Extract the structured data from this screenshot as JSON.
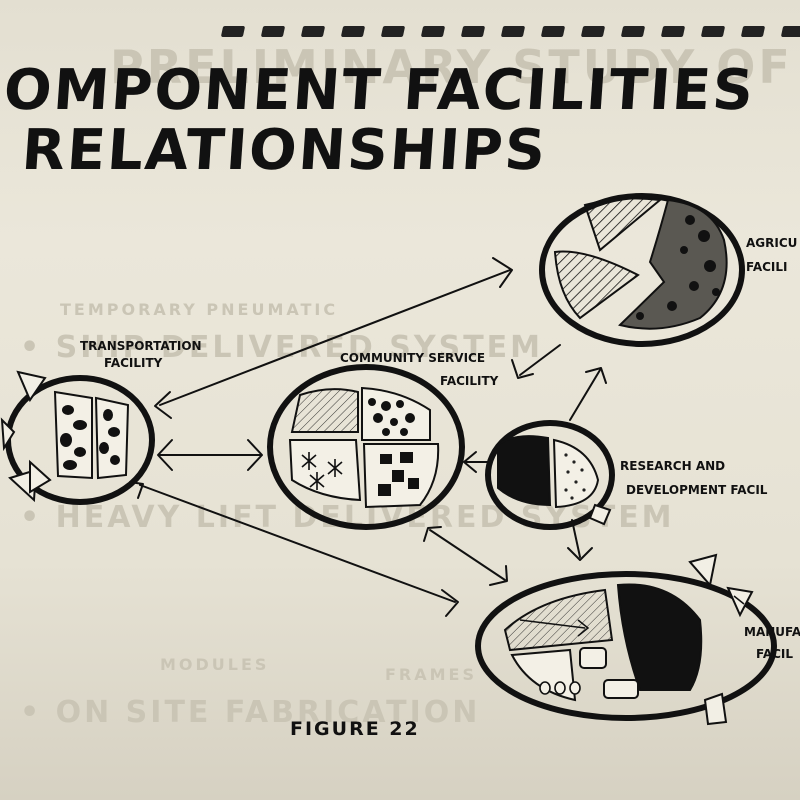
{
  "title": {
    "line1": "OMPONENT FACILITIES",
    "line2": "RELATIONSHIPS"
  },
  "ghost_text": {
    "line_top": "PRELIMINARY STUDY OF",
    "item1": "• SHIP DELIVERED SYSTEM",
    "item2": "• HEAVY LIFT DELIVERED SYSTEM",
    "item3": "• ON SITE FABRICATION",
    "sub1": "TEMPORARY PNEUMATIC",
    "sub2": "MODULES",
    "sub3": "FRAMES"
  },
  "facilities": {
    "transportation": {
      "line1": "TRANSPORTATION",
      "line2": "FACILITY"
    },
    "community": {
      "line1": "COMMUNITY SERVICE",
      "line2": "FACILITY"
    },
    "agricultural": {
      "line1": "AGRICU",
      "line2": "FACILI"
    },
    "research": {
      "line1": "RESEARCH AND",
      "line2": "DEVELOPMENT FACIL"
    },
    "manufacturing": {
      "line1": "MANUFA",
      "line2": "FACIL"
    }
  },
  "figure_caption": "FIGURE 22"
}
